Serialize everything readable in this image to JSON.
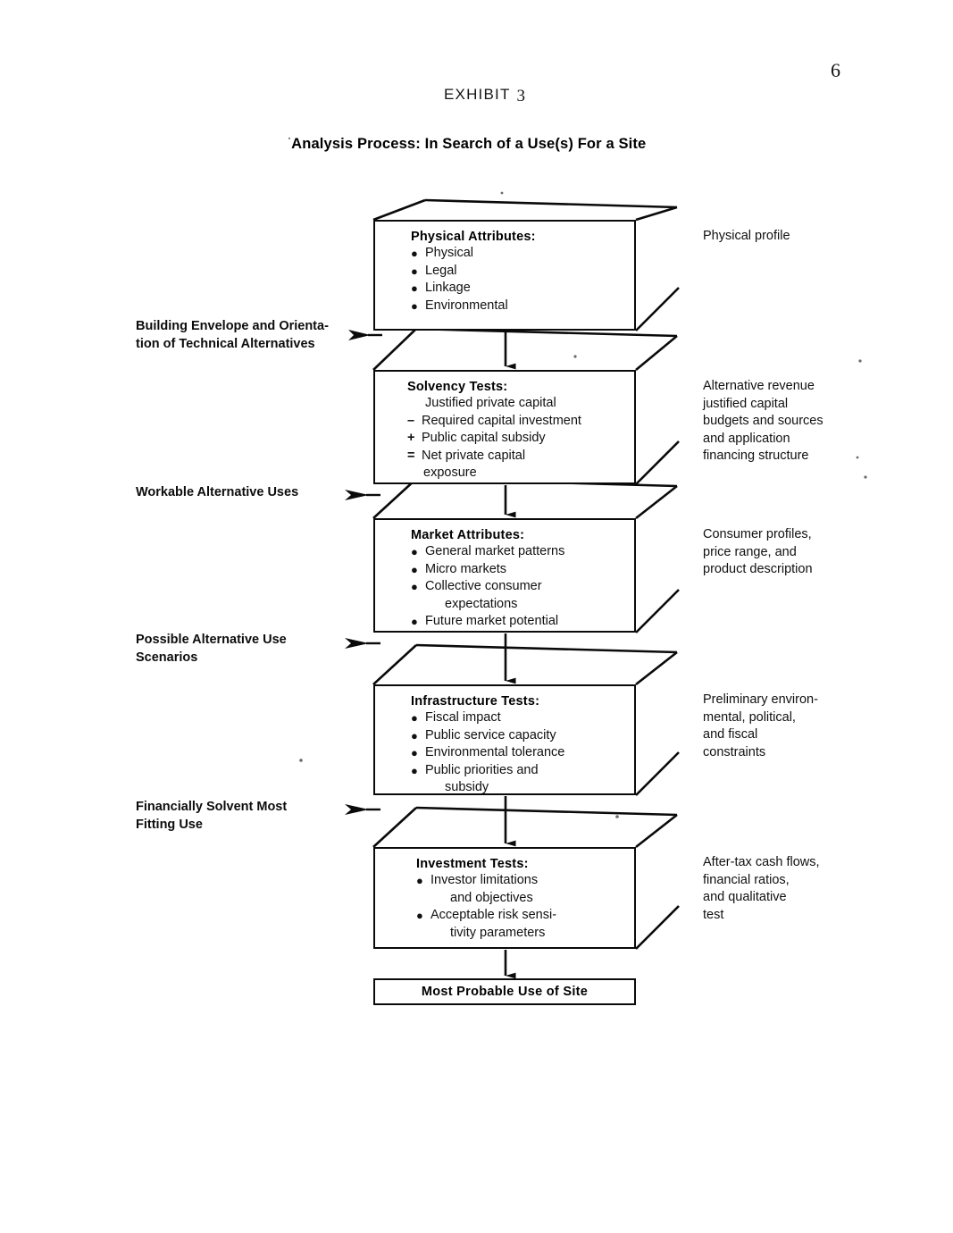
{
  "page": {
    "number": "6",
    "exhibit_label": "EXHIBIT",
    "exhibit_number": "3",
    "title_prefix": "˙",
    "title": "Analysis Process: In Search of a Use(s) For a Site"
  },
  "flow": {
    "stages": [
      {
        "id": "physical-attributes",
        "heading": "Physical Attributes:",
        "items": [
          {
            "marker": "bullet",
            "text": "Physical"
          },
          {
            "marker": "bullet",
            "text": "Legal"
          },
          {
            "marker": "bullet",
            "text": "Linkage"
          },
          {
            "marker": "bullet",
            "text": "Environmental"
          }
        ],
        "output": "Physical profile"
      },
      {
        "id": "solvency-tests",
        "heading": "Solvency Tests:",
        "items": [
          {
            "marker": "none",
            "text": "Justified private capital"
          },
          {
            "marker": "minus",
            "op": "–",
            "text": "Required capital investment"
          },
          {
            "marker": "plus",
            "op": "+",
            "text": "Public capital subsidy"
          },
          {
            "marker": "equals",
            "op": "=",
            "text": "Net private capital"
          },
          {
            "marker": "continuation",
            "text": "exposure"
          }
        ],
        "output": "Alternative revenue justified capital budgets and sources and application financing structure"
      },
      {
        "id": "market-attributes",
        "heading": "Market Attributes:",
        "items": [
          {
            "marker": "bullet",
            "text": "General market patterns"
          },
          {
            "marker": "bullet",
            "text": "Micro markets"
          },
          {
            "marker": "bullet",
            "text": "Collective consumer"
          },
          {
            "marker": "continuation",
            "text": "expectations"
          },
          {
            "marker": "bullet",
            "text": "Future market potential"
          }
        ],
        "output": "Consumer profiles, price range, and product description"
      },
      {
        "id": "infrastructure-tests",
        "heading": "Infrastructure Tests:",
        "items": [
          {
            "marker": "bullet",
            "text": "Fiscal impact"
          },
          {
            "marker": "bullet",
            "text": "Public service capacity"
          },
          {
            "marker": "bullet",
            "text": "Environmental tolerance"
          },
          {
            "marker": "bullet",
            "text": "Public priorities and"
          },
          {
            "marker": "continuation",
            "text": "subsidy"
          }
        ],
        "output": "Preliminary environmental, political, and fiscal constraints"
      },
      {
        "id": "investment-tests",
        "heading": "Investment Tests:",
        "items": [
          {
            "marker": "bullet",
            "text": "Investor limitations"
          },
          {
            "marker": "continuation",
            "text": "and objectives"
          },
          {
            "marker": "bullet",
            "text": "Acceptable risk sensi-"
          },
          {
            "marker": "continuation",
            "text": "tivity parameters"
          }
        ],
        "output": "After-tax cash flows, financial ratios, and qualitative test"
      }
    ],
    "terminal": "Most Probable Use of Site",
    "outputs": [
      {
        "lines": [
          "Physical profile"
        ]
      },
      {
        "lines": [
          "Alternative revenue",
          "justified capital",
          "budgets and sources",
          "and application",
          "financing structure"
        ]
      },
      {
        "lines": [
          "Consumer profiles,",
          "price range, and",
          "product description"
        ]
      },
      {
        "lines": [
          "Preliminary environ-",
          "mental, political,",
          "and fiscal",
          "constraints"
        ]
      },
      {
        "lines": [
          "After-tax cash flows,",
          "financial ratios,",
          "and qualitative",
          "test"
        ]
      }
    ],
    "inputs": [
      {
        "id": "building-envelope",
        "lines": [
          "Building Envelope and Orienta-",
          "tion of Technical Alternatives"
        ]
      },
      {
        "id": "workable-alternative-uses",
        "lines": [
          "Workable Alternative Uses"
        ]
      },
      {
        "id": "possible-alternative-use-scenarios",
        "lines": [
          "Possible Alternative Use",
          "Scenarios"
        ]
      },
      {
        "id": "financially-solvent-most-fitting-use",
        "lines": [
          "Financially Solvent Most",
          "Fitting Use"
        ]
      }
    ]
  },
  "colors": {
    "ink": "#0a0a0a",
    "paper": "#ffffff"
  }
}
